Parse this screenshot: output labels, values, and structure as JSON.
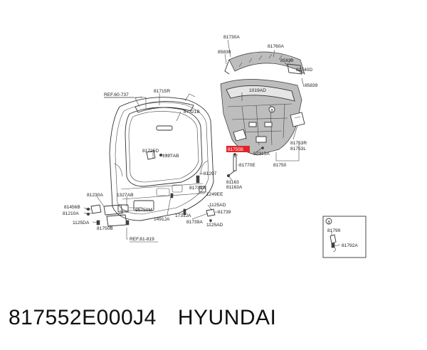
{
  "diagram": {
    "ref_labels": {
      "ref_top": "REF.60-737",
      "ref_bottom": "REF.81-819"
    },
    "part_labels": {
      "p81715R": "81715R",
      "p87321B": "87321B",
      "p81725D": "81725D",
      "p1327AB_a": "1327AB",
      "p81297": "81297",
      "p81739A_a": "81739A",
      "p1249EE": "1249EE",
      "p81230A": "81230A",
      "p1327AB_b": "1327AB",
      "p81456B": "81456B",
      "p81210A": "81210A",
      "p95750M": "95750M",
      "p1125DA_a": "1125DA",
      "p81750B": "81750B",
      "p1491JA": "1491JA",
      "p1731JA": "1731JA",
      "p81739A_b": "81739A",
      "p1125AD_a": "1125AD",
      "p81739": "81739",
      "p1125AD_b": "1125AD",
      "p81730A": "81730A",
      "p85839_a": "85839",
      "p81760A": "81760A",
      "p85839_b": "85839",
      "p81740D": "81740D",
      "p85839_c": "85839",
      "p1019AD": "1019AD",
      "p81755": "81755B",
      "p92315A": "92315A",
      "p81753R": "81753R",
      "p81753L": "81753L",
      "p81770E": "81770E",
      "p81750": "81750",
      "p81163": "81163",
      "p81163A": "81163A",
      "p81799": "81799",
      "p81792A": "81792A"
    },
    "callouts": {
      "main": "a",
      "inset": "a"
    }
  },
  "footer": {
    "part_number": "817552E000J4",
    "brand": "HYUNDAI"
  },
  "colors": {
    "highlight": "#e0262b",
    "line": "#333333",
    "text": "#222222"
  }
}
